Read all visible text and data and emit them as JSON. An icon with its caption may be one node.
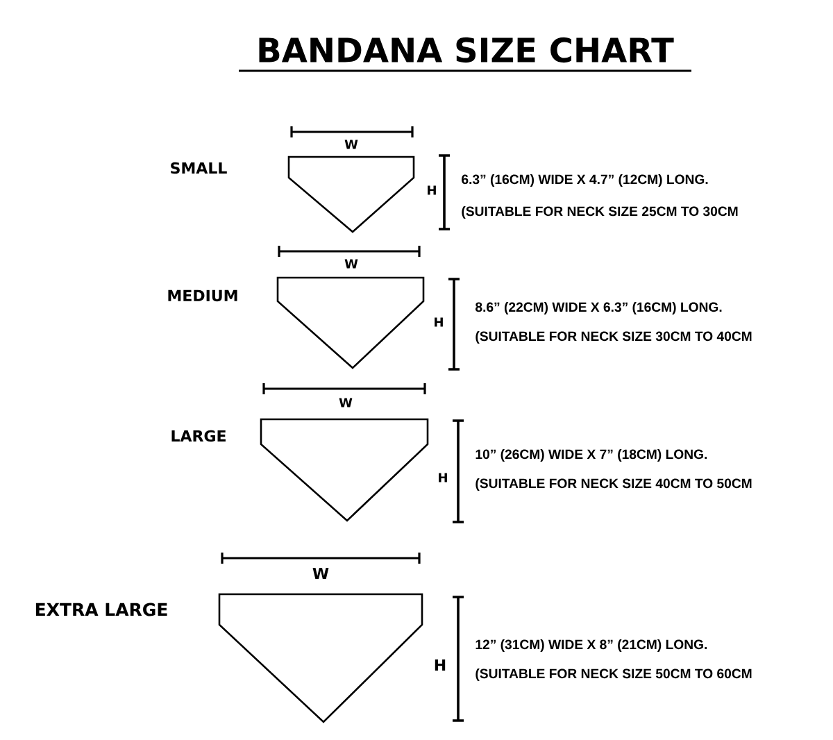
{
  "diagram": {
    "title": "BANDANA SIZE CHART",
    "nodes": [
      {
        "text": [],
        "shape": "bandana"
      },
      {
        "text": [],
        "shape": "bandana"
      },
      {
        "text": [],
        "shape": "bandana"
      },
      {
        "text": [],
        "shape": "bandana"
      }
    ],
    "labels": [
      "W",
      "SMALL",
      "H",
      "6.3” (16CM) WIDE X 4.7” (12CM) LONG.",
      "(SUITABLE FOR NECK SIZE 25CM TO 30CM",
      "W",
      "MEDIUM",
      "H",
      "8.6” (22CM) WIDE X 6.3” (16CM) LONG.",
      "(SUITABLE FOR NECK SIZE 30CM TO 40CM",
      "W",
      "LARGE",
      "H",
      "10” (26CM) WIDE X 7” (18CM) LONG.",
      "(SUITABLE FOR NECK SIZE 40CM TO 50CM",
      "W",
      "EXTRA LARGE",
      "H",
      "12” (31CM) WIDE X 8” (21CM) LONG.",
      "(SUITABLE FOR NECK SIZE 50CM TO 60CM"
    ]
  }
}
